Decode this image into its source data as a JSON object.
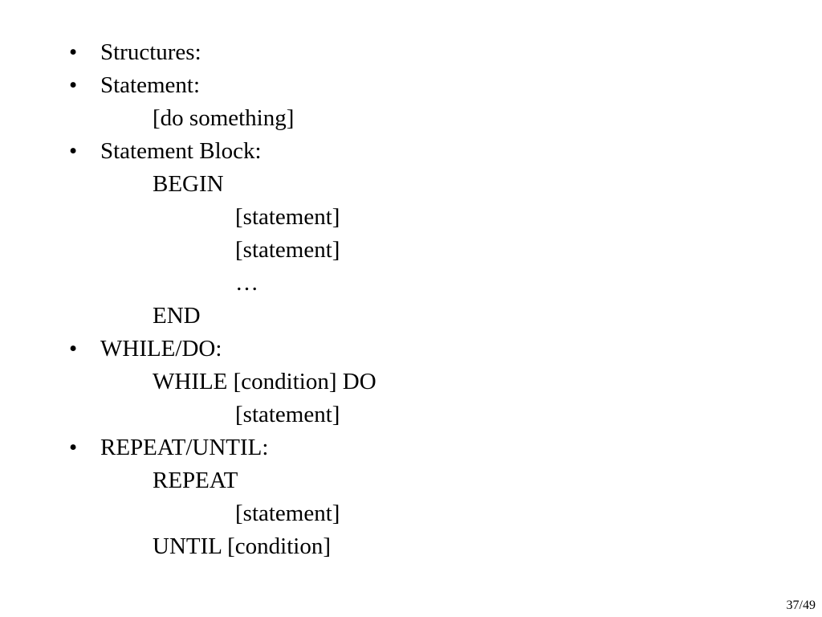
{
  "slide": {
    "bullet_glyph": "•",
    "lines": [
      {
        "text": "Structures:",
        "bullet": true,
        "level": 0
      },
      {
        "text": "Statement:",
        "bullet": true,
        "level": 0
      },
      {
        "text": "[do something]",
        "bullet": false,
        "level": 1
      },
      {
        "text": "Statement Block:",
        "bullet": true,
        "level": 0
      },
      {
        "text": "BEGIN",
        "bullet": false,
        "level": 1
      },
      {
        "text": "[statement]",
        "bullet": false,
        "level": 2
      },
      {
        "text": "[statement]",
        "bullet": false,
        "level": 2
      },
      {
        "text": "…",
        "bullet": false,
        "level": 2
      },
      {
        "text": "END",
        "bullet": false,
        "level": 1
      },
      {
        "text": "WHILE/DO:",
        "bullet": true,
        "level": 0
      },
      {
        "text": "WHILE [condition] DO",
        "bullet": false,
        "level": 1
      },
      {
        "text": "[statement]",
        "bullet": false,
        "level": 2
      },
      {
        "text": "REPEAT/UNTIL:",
        "bullet": true,
        "level": 0
      },
      {
        "text": "REPEAT",
        "bullet": false,
        "level": 1
      },
      {
        "text": "[statement]",
        "bullet": false,
        "level": 2
      },
      {
        "text": "UNTIL [condition]",
        "bullet": false,
        "level": 1
      }
    ],
    "page_number": "37/49"
  }
}
